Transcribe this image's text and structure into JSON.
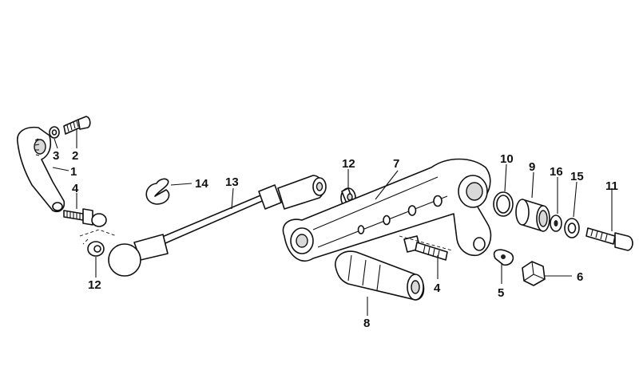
{
  "callouts": [
    {
      "id": "c1",
      "label": "1"
    },
    {
      "id": "c2",
      "label": "2"
    },
    {
      "id": "c3",
      "label": "3"
    },
    {
      "id": "c4a",
      "label": "4"
    },
    {
      "id": "c12a",
      "label": "12"
    },
    {
      "id": "c14",
      "label": "14"
    },
    {
      "id": "c13",
      "label": "13"
    },
    {
      "id": "c12b",
      "label": "12"
    },
    {
      "id": "c7",
      "label": "7"
    },
    {
      "id": "c10",
      "label": "10"
    },
    {
      "id": "c9",
      "label": "9"
    },
    {
      "id": "c16",
      "label": "16"
    },
    {
      "id": "c15",
      "label": "15"
    },
    {
      "id": "c11",
      "label": "11"
    },
    {
      "id": "c4b",
      "label": "4"
    },
    {
      "id": "c5",
      "label": "5"
    },
    {
      "id": "c6",
      "label": "6"
    },
    {
      "id": "c8",
      "label": "8"
    }
  ]
}
